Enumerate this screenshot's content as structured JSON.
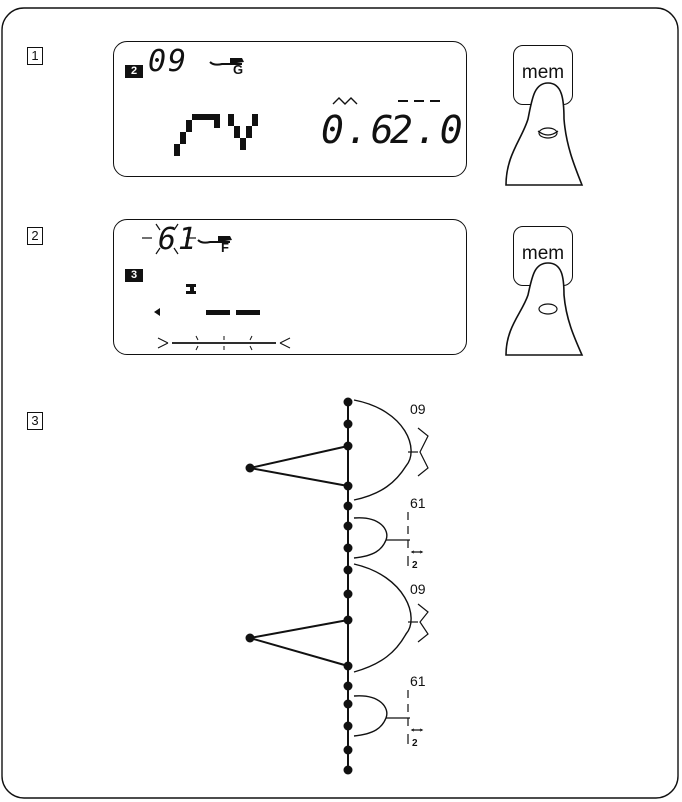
{
  "steps": [
    "1",
    "2",
    "3"
  ],
  "screen1": {
    "memory_slot": "2",
    "pattern_number": "09",
    "foot_letter": "G",
    "width_value": "0.6",
    "length_value": "2.0"
  },
  "screen2": {
    "memory_slot": "3",
    "pattern_number": "61",
    "foot_letter": "F"
  },
  "mem_button_label": "mem",
  "diagram": {
    "labels": [
      "09",
      "61",
      "09",
      "61"
    ],
    "length_mark": "2"
  }
}
